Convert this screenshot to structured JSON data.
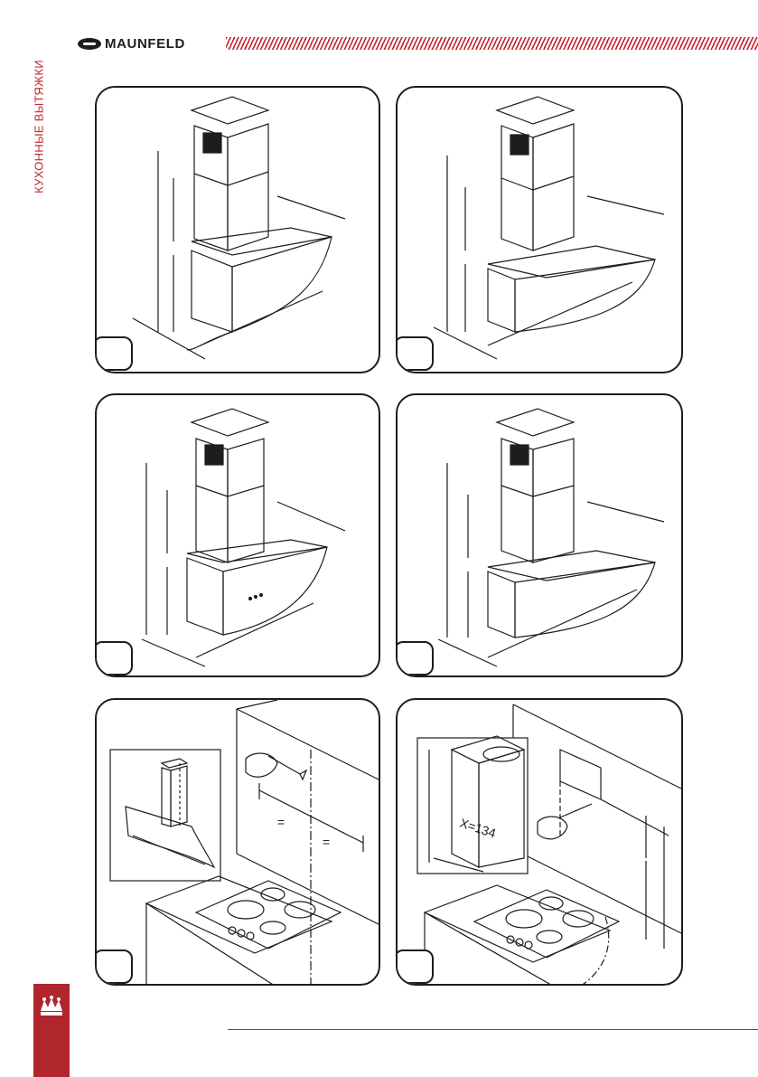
{
  "header": {
    "side_title": "КУХОННЫЕ ВЫТЯЖКИ",
    "brand": "MAUNFELD"
  },
  "figures": {
    "label_x": "X=134",
    "equal_mark": "="
  },
  "colors": {
    "accent": "#c0272d",
    "line": "#1d1d1b"
  }
}
